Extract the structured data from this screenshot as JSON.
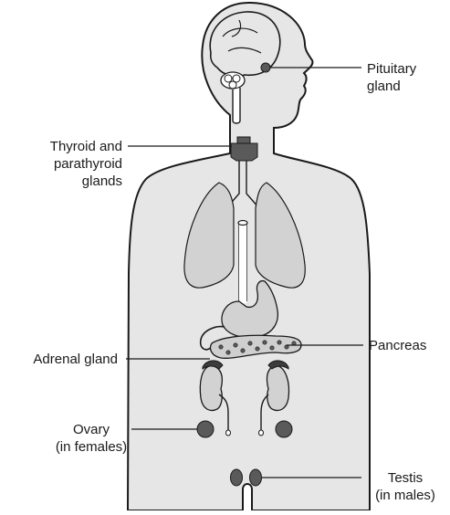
{
  "diagram": {
    "labels": {
      "pituitary": [
        "Pituitary",
        "gland"
      ],
      "thyroid": [
        "Thyroid and",
        "parathyroid",
        "glands"
      ],
      "adrenal": [
        "Adrenal gland"
      ],
      "pancreas": [
        "Pancreas"
      ],
      "ovary": [
        "Ovary",
        "(in females)"
      ],
      "testis": [
        "Testis",
        "(in males)"
      ]
    },
    "colors": {
      "body_fill": "#e6e6e6",
      "outline": "#1a1a1a",
      "organ_fill": "#d2d2d2",
      "gland_fill": "#5a5a5a",
      "line": "#1a1a1a"
    }
  }
}
